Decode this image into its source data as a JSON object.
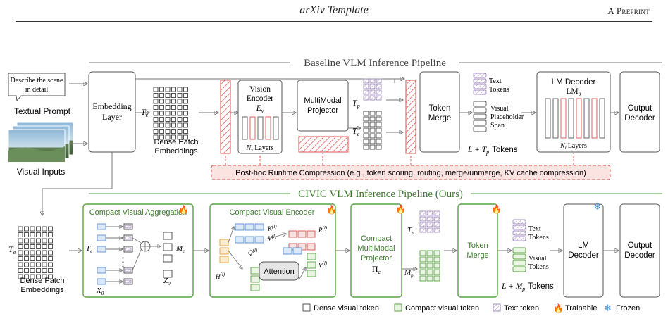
{
  "header": {
    "title": "arXiv Template",
    "right": "A Preprint"
  },
  "baseline": {
    "title": "Baseline VLM Inference Pipeline",
    "prompt_bubble": [
      "Describe the scene",
      "in detail"
    ],
    "textual_prompt": "Textual Prompt",
    "visual_inputs": "Visual Inputs",
    "embedding": [
      "Embedding",
      "Layer"
    ],
    "te": "T",
    "te_sub": "e",
    "dense_patch": [
      "Dense Patch",
      "Embeddings"
    ],
    "vision_encoder": [
      "Vision",
      "Encoder"
    ],
    "ev": "E",
    "ev_sub": "v",
    "nv_layers": "Layers",
    "nv": "N",
    "nv_sub": "v",
    "mm_projector": [
      "MultiModal",
      "Projector"
    ],
    "tp": "T",
    "tp_sub": "p",
    "token_merge": [
      "Token",
      "Merge"
    ],
    "text_tokens": [
      "Text",
      "Tokens"
    ],
    "visual_placeholder": [
      "Visual",
      "Placeholder",
      "Span"
    ],
    "l_tp_tokens": "L + T",
    "l_tp_tokens_sub": "p",
    "tokens_word": "Tokens",
    "lm_decoder": "LM Decoder",
    "lm_theta": "LM",
    "lm_theta_sub": "θ",
    "nl_layers": "Layers",
    "nl": "N",
    "nl_sub": "l",
    "output_decoder": [
      "Output",
      "Decoder"
    ],
    "posthoc": "Post-hoc Runtime Compression  (e.g., token scoring, routing, merge/unmerge, KV cache compression)"
  },
  "civic": {
    "title": "CIVIC VLM Inference Pipeline (Ours)",
    "dense_patch": [
      "Dense Patch",
      "Embeddings"
    ],
    "cva_title": "Compact Visual Aggregation",
    "x0": "X",
    "x0_sub": "0",
    "z0": "Z",
    "z0_sub": "0",
    "me": "M",
    "me_sub": "e",
    "cve_title": "Compact Visual Encoder",
    "k_label": "K",
    "v_label": "V",
    "q_label": "Q",
    "r_label": "R̂",
    "vc_label": "V",
    "h_label": "H",
    "layer_sup": "(l)",
    "attention": "Attention",
    "cmp": [
      "Compact",
      "MultiModal",
      "Projector"
    ],
    "pic": "Π",
    "pic_sub": "c",
    "mp": "M",
    "mp_sub": "p",
    "token_merge": [
      "Token",
      "Merge"
    ],
    "text_tokens": [
      "Text",
      "Tokens"
    ],
    "visual_tokens": [
      "Visual",
      "Tokens"
    ],
    "l_mp_tokens": "L + M",
    "l_mp_tokens_sub": "p",
    "tokens_word": "Tokens",
    "lm_decoder": [
      "LM",
      "Decoder"
    ],
    "output_decoder": [
      "Output",
      "Decoder"
    ]
  },
  "legend": {
    "dense": "Dense visual token",
    "compact": "Compact visual token",
    "text": "Text token",
    "trainable": "Trainable",
    "frozen": "Frozen"
  },
  "colors": {
    "green": "#5aa342",
    "red": "#d9534f",
    "purple": "#a48ec2",
    "blue": "#5b8fd6",
    "orange": "#e8a13a",
    "gray": "#555555"
  }
}
